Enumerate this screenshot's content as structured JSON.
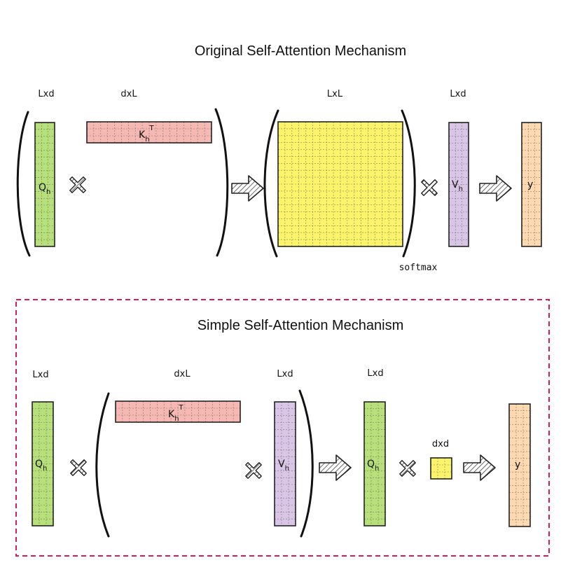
{
  "top": {
    "title": "Original Self-Attention Mechanism",
    "q": {
      "dim": "Lxd",
      "name": "Q",
      "sub": "h"
    },
    "k": {
      "dim": "dxL",
      "name": "K",
      "sub": "h",
      "sup": "T"
    },
    "attn": {
      "dim": "LxL",
      "caption": "softmax"
    },
    "v": {
      "dim": "Lxd",
      "name": "V",
      "sub": "h"
    },
    "y": {
      "name": "y"
    }
  },
  "bottom": {
    "title": "Simple Self-Attention Mechanism",
    "q": {
      "dim": "Lxd",
      "name": "Q",
      "sub": "h"
    },
    "k": {
      "dim": "dxL",
      "name": "K",
      "sub": "h",
      "sup": "T"
    },
    "v": {
      "dim": "Lxd",
      "name": "V",
      "sub": "h"
    },
    "q2": {
      "dim": "Lxd",
      "name": "Q",
      "sub": "h"
    },
    "small": {
      "dim": "dxd"
    },
    "y": {
      "name": "y"
    }
  },
  "colors": {
    "q": "#b7e07a",
    "k": "#f6b8b3",
    "attn": "#fbf36a",
    "v": "#d9c6e6",
    "y": "#fcd9b0",
    "frame": "#d81b60"
  },
  "icons": {
    "times": "times-icon",
    "arrow": "hatched-arrow-icon"
  }
}
